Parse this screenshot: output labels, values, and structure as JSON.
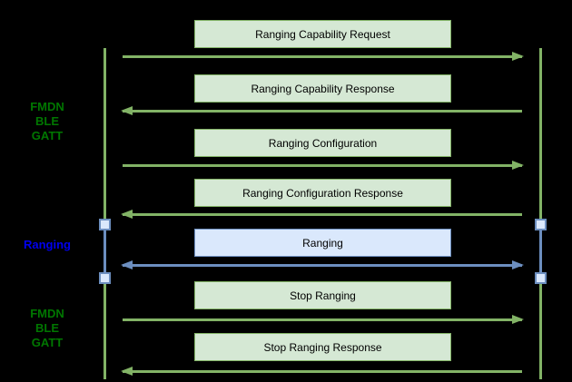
{
  "diagram": {
    "type": "sequence-diagram",
    "description_visible_text_only": true
  },
  "side_labels": [
    {
      "id": "fmdn-ble-gatt-top",
      "lines": [
        "FMDN",
        "BLE",
        "GATT"
      ],
      "color": "#007700"
    },
    {
      "id": "ranging",
      "lines": [
        "Ranging"
      ],
      "color": "#0000ee"
    },
    {
      "id": "fmdn-ble-gatt-bottom",
      "lines": [
        "FMDN",
        "BLE",
        "GATT"
      ],
      "color": "#007700"
    }
  ],
  "messages": [
    {
      "label": "Ranging Capability Request",
      "direction": "right",
      "palette": "green"
    },
    {
      "label": "Ranging Capability Response",
      "direction": "left",
      "palette": "green"
    },
    {
      "label": "Ranging Configuration",
      "direction": "right",
      "palette": "green"
    },
    {
      "label": "Ranging Configuration Response",
      "direction": "left",
      "palette": "green"
    },
    {
      "label": "Ranging",
      "direction": "both",
      "palette": "blue"
    },
    {
      "label": "Stop Ranging",
      "direction": "right",
      "palette": "green"
    },
    {
      "label": "Stop Ranging Response",
      "direction": "left",
      "palette": "green"
    }
  ],
  "colors": {
    "background": "#000000",
    "green_box_fill": "#d5e8d4",
    "green_stroke": "#82b366",
    "blue_box_fill": "#dae8fc",
    "blue_stroke": "#6c8ebf",
    "green_label_text": "#007700",
    "blue_label_text": "#0000ee",
    "box_text": "#000000"
  }
}
